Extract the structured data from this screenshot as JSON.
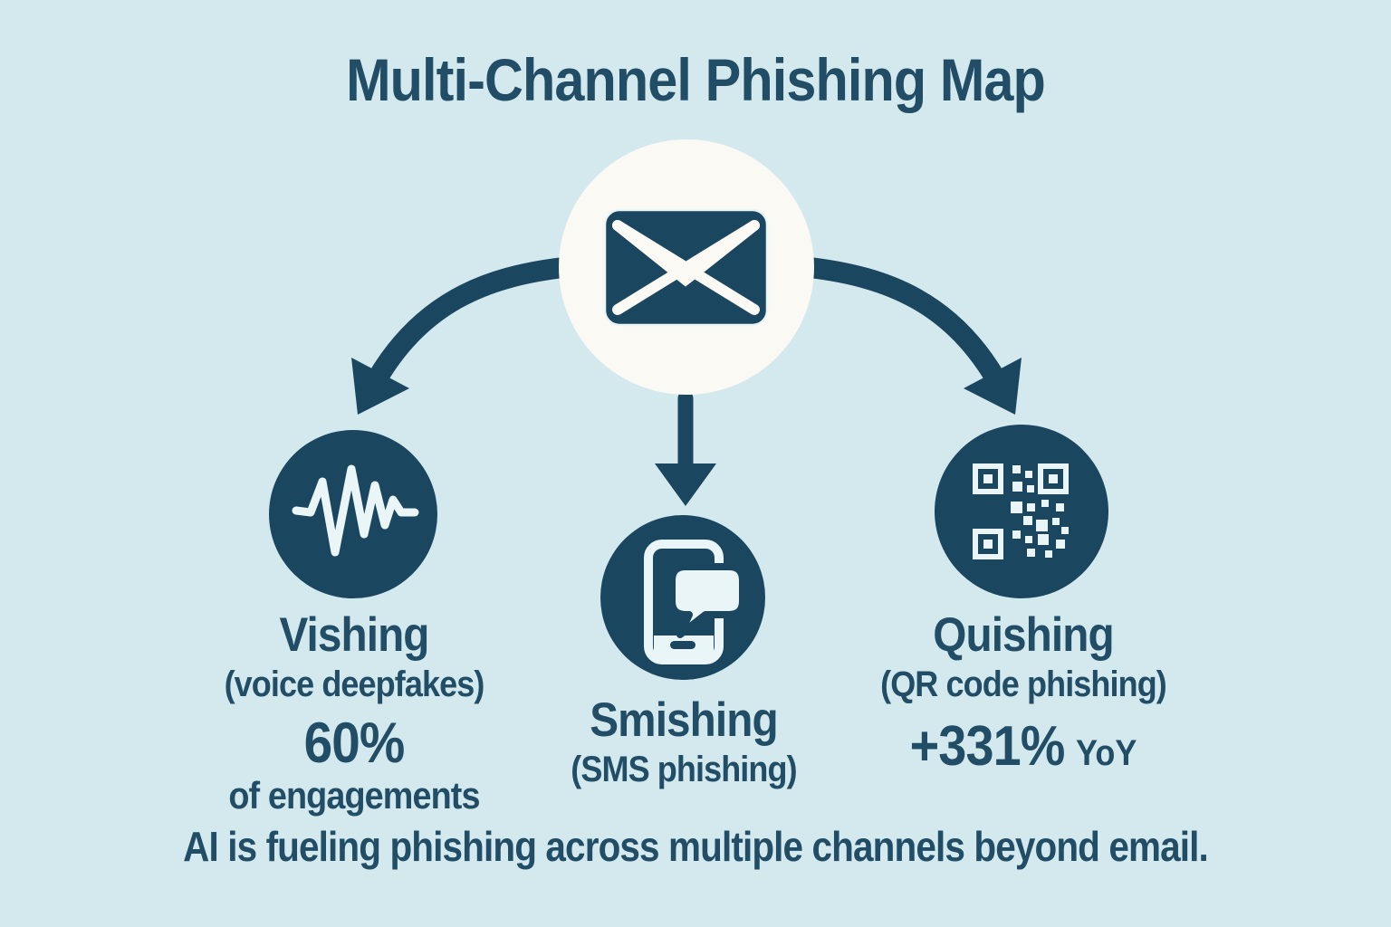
{
  "title": "Multi-Channel Phishing Map",
  "caption": "AI is fueling phishing across multiple channels beyond email.",
  "center": {
    "icon": "envelope-icon",
    "meaning": "email"
  },
  "channels": [
    {
      "id": "vishing",
      "icon": "voice-waveform-icon",
      "name": "Vishing",
      "subtitle": "(voice deepfakes)",
      "stat": "60%",
      "stat_caption": "of engagements"
    },
    {
      "id": "smishing",
      "icon": "phone-sms-icon",
      "name": "Smishing",
      "subtitle": "(SMS phishing)"
    },
    {
      "id": "quishing",
      "icon": "qr-code-icon",
      "name": "Quishing",
      "subtitle": "(QR code phishing)",
      "stat": "+331%",
      "stat_suffix": "YoY"
    }
  ],
  "colors": {
    "background": "#d4e9ee",
    "navy": "#1a4660",
    "text": "#214e66",
    "hub_white": "#fbf9f3",
    "icon_light": "#eaf5f7"
  }
}
